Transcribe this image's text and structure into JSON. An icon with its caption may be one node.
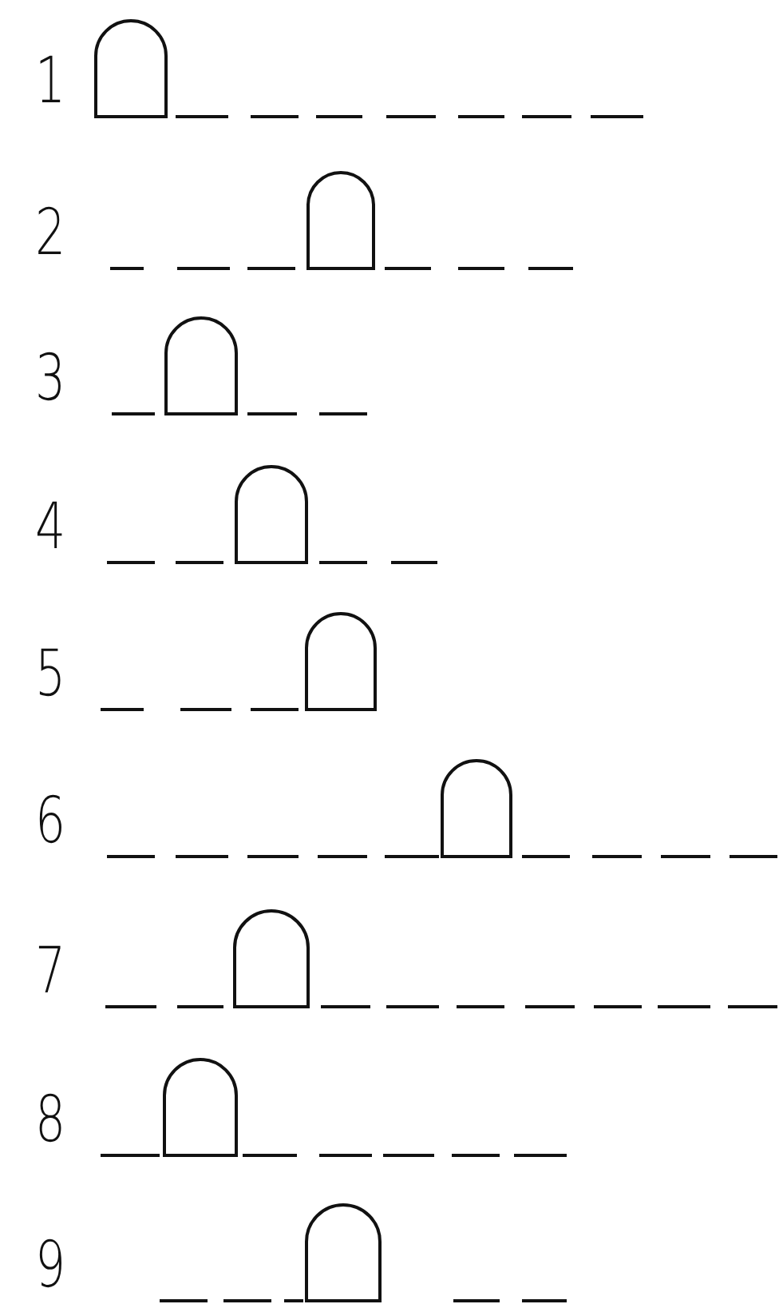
{
  "diagram": {
    "labels": [
      "1",
      "2",
      "3",
      "4",
      "5",
      "6",
      "7",
      "8",
      "9"
    ]
  }
}
